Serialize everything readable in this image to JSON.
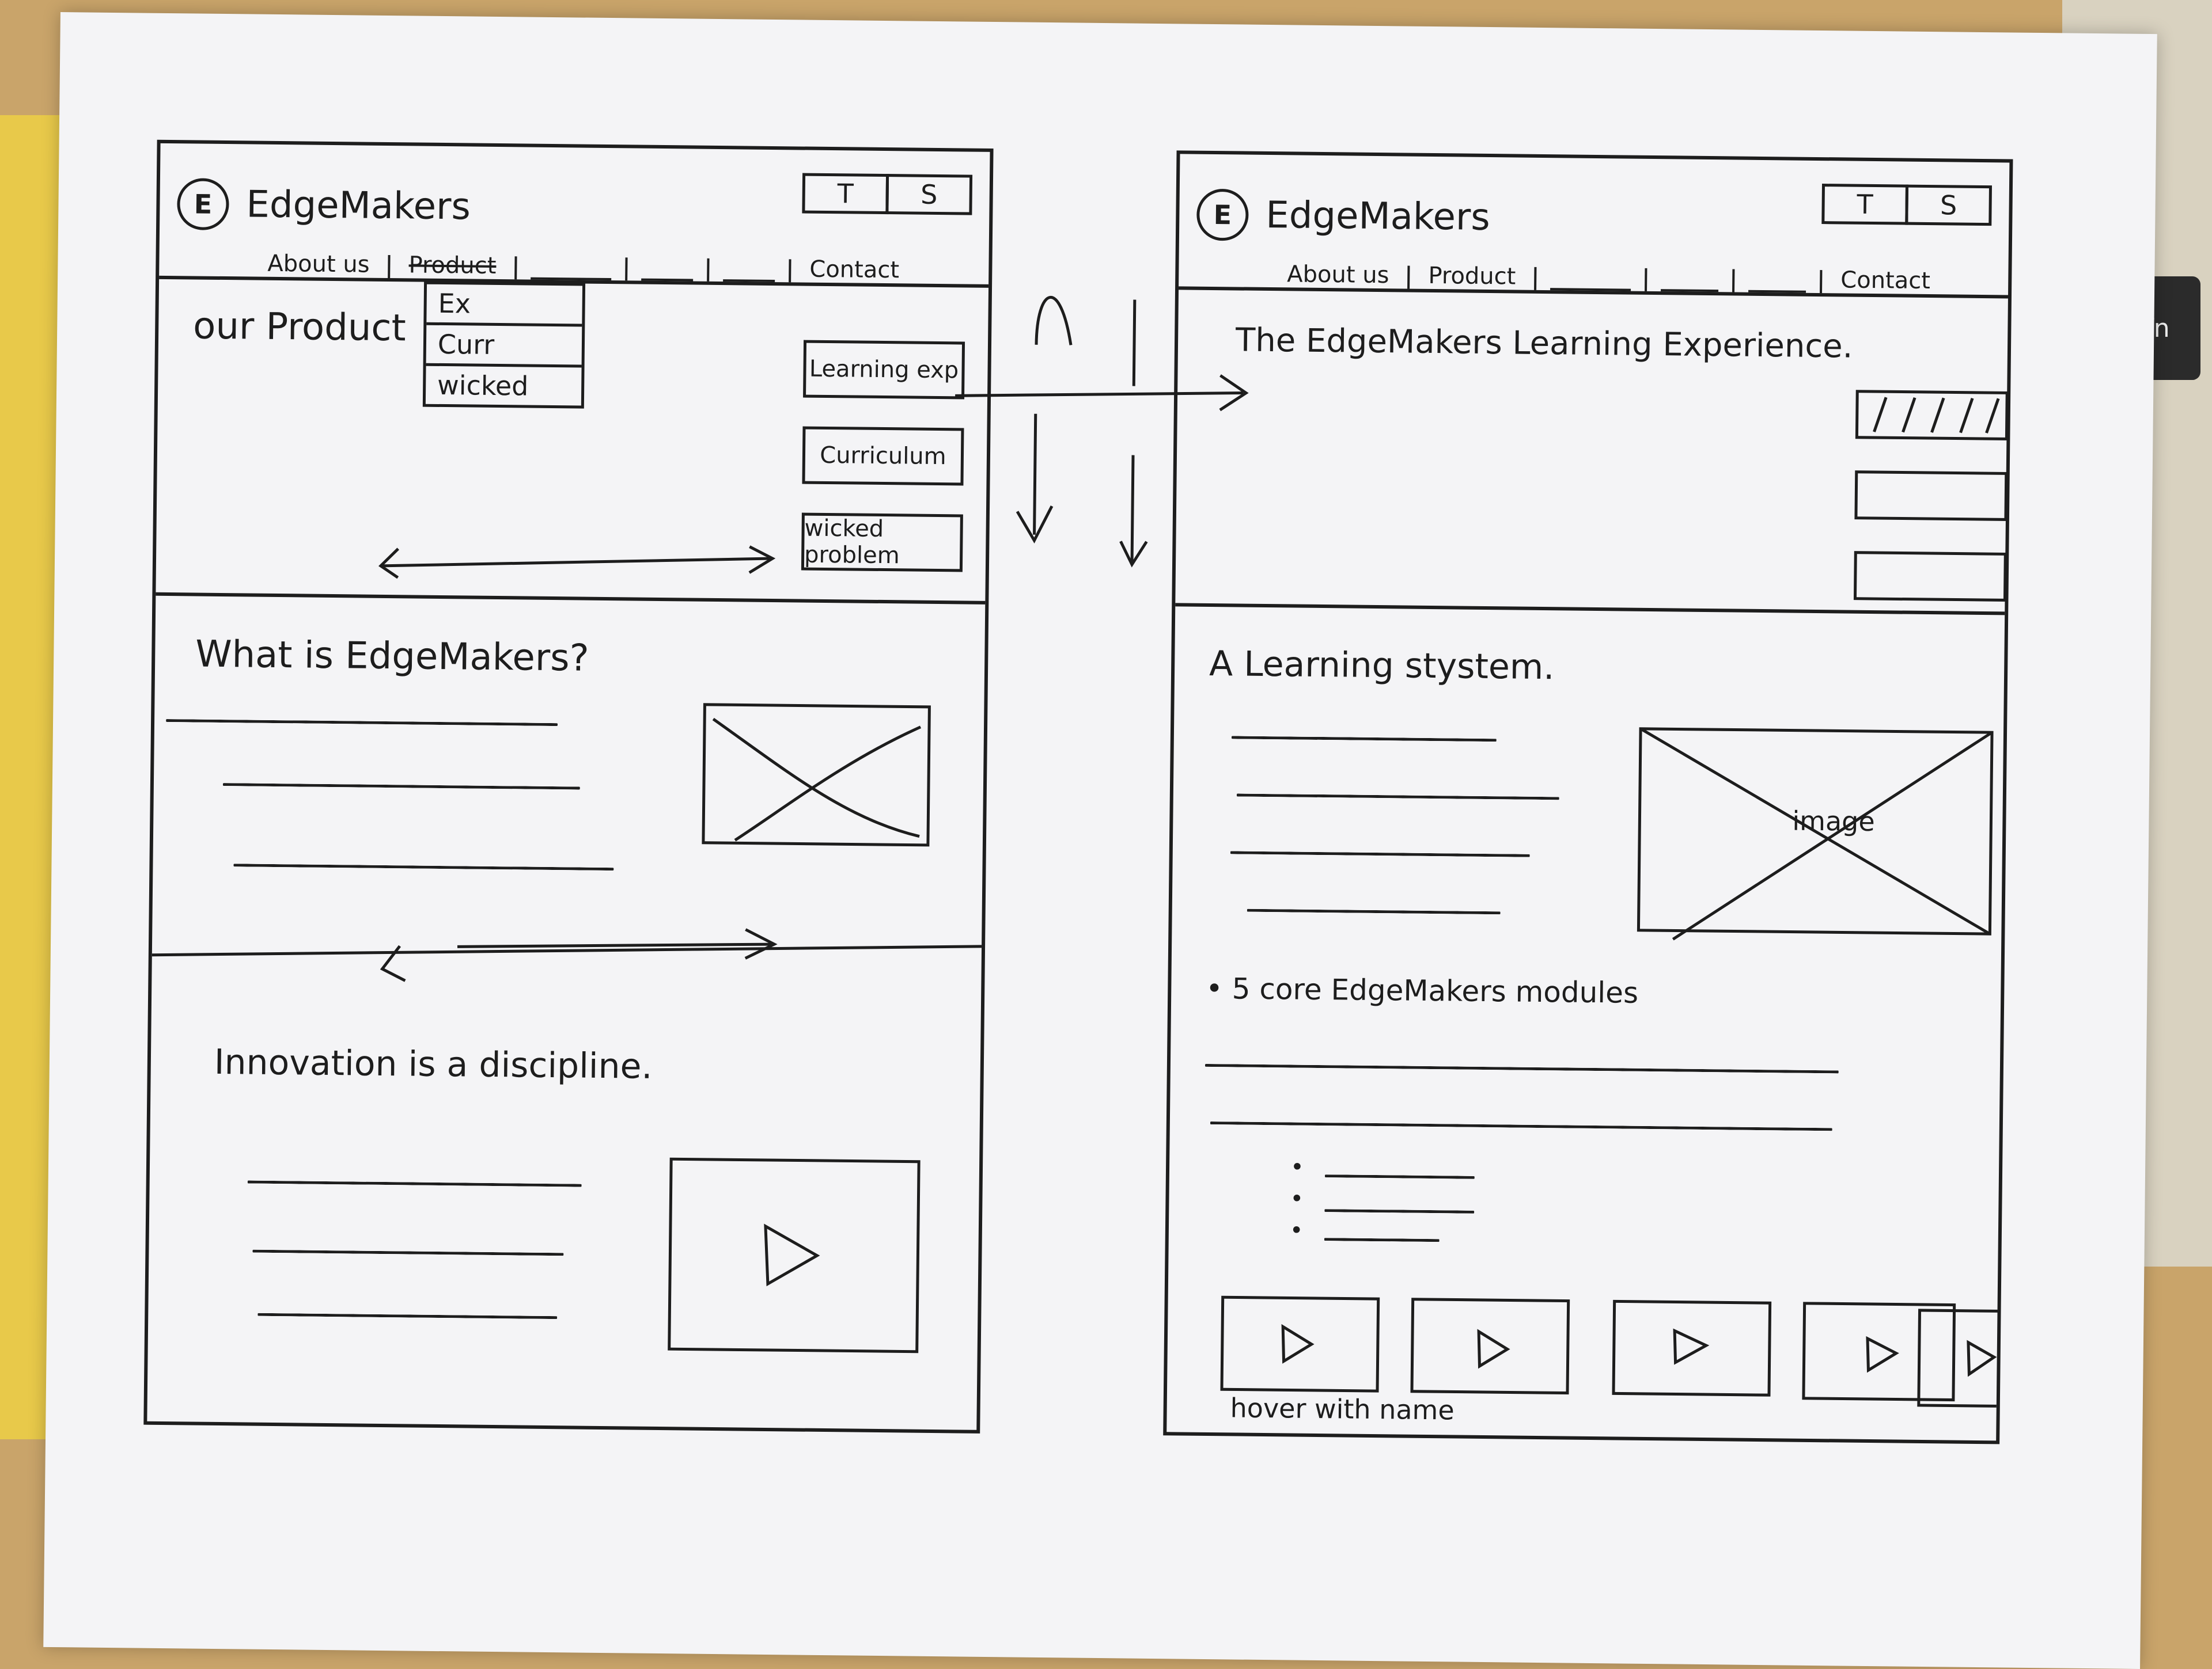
{
  "left": {
    "brand": "EdgeMakers",
    "ts_buttons": [
      "T",
      "S"
    ],
    "nav": [
      "About us",
      "Product",
      "Contact"
    ],
    "hero_title": "our Product",
    "dropdown": [
      "Ex",
      "Curr",
      "wicked"
    ],
    "side_buttons": [
      "Learning exp",
      "Curriculum",
      "wicked problem"
    ],
    "section2_title": "What is EdgeMakers?",
    "section3_title": "Innovation is a discipline."
  },
  "right": {
    "brand": "EdgeMakers",
    "ts_buttons": [
      "T",
      "S"
    ],
    "nav": [
      "About us",
      "Product",
      "Contact"
    ],
    "hero_title": "The EdgeMakers Learning Experience.",
    "section2_title": "A Learning stystem.",
    "image_label": "image",
    "modules_title": "5 core EdgeMakers modules",
    "hover_note": "hover with name"
  },
  "desk": {
    "key_label": "fn"
  }
}
